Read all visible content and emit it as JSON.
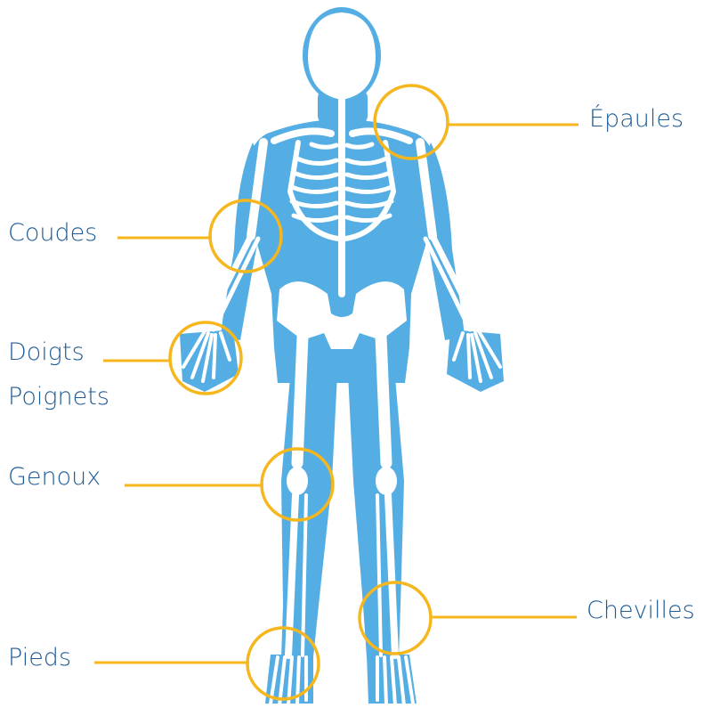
{
  "labels": {
    "epaules": "Épaules",
    "coudes": "Coudes",
    "doigts": "Doigts",
    "poignets": "Poignets",
    "genoux": "Genoux",
    "chevilles": "Chevilles",
    "pieds": "Pieds"
  },
  "colors": {
    "body": "#54aee4",
    "bone": "#ffffff",
    "ring": "#f6b61d",
    "text": "#1f5b95"
  }
}
